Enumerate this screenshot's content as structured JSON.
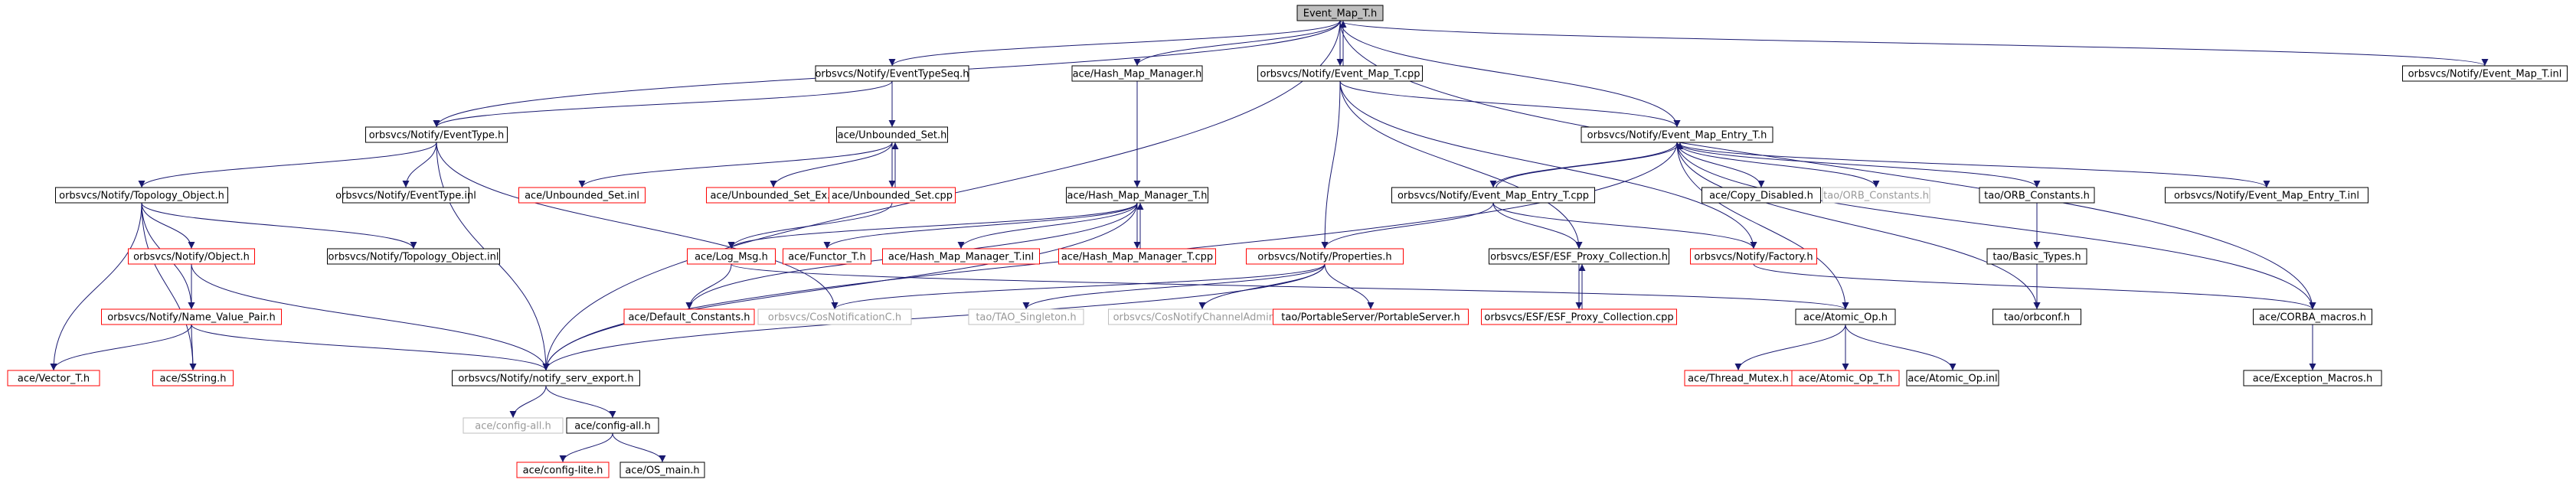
{
  "colors": {
    "edge": "#191970",
    "node_fill": "#ffffff",
    "focus_fill": "#bfbfbf",
    "border_normal": "#000000",
    "border_missing": "#ff0000",
    "border_gray": "#bfbfbf",
    "text_normal": "#000000",
    "text_gray": "#999999"
  },
  "nodes": [
    {
      "id": "n1",
      "label": "Event_Map_T.h",
      "style": "focus"
    },
    {
      "id": "n2",
      "label": "orbsvcs/Notify/EventTypeSeq.h",
      "style": "normal"
    },
    {
      "id": "n3",
      "label": "ace/Hash_Map_Manager.h",
      "style": "normal"
    },
    {
      "id": "n4",
      "label": "orbsvcs/Notify/Event_Map_T.cpp",
      "style": "normal"
    },
    {
      "id": "n5",
      "label": "orbsvcs/Notify/Event_Map_T.inl",
      "style": "normal"
    },
    {
      "id": "n6",
      "label": "orbsvcs/Notify/EventType.h",
      "style": "normal"
    },
    {
      "id": "n7",
      "label": "ace/Unbounded_Set.h",
      "style": "normal"
    },
    {
      "id": "n8",
      "label": "orbsvcs/Notify/Event_Map_Entry_T.h",
      "style": "normal"
    },
    {
      "id": "n9",
      "label": "orbsvcs/Notify/Topology_Object.h",
      "style": "normal"
    },
    {
      "id": "n10",
      "label": "orbsvcs/Notify/EventType.inl",
      "style": "normal"
    },
    {
      "id": "n11",
      "label": "ace/Unbounded_Set.inl",
      "style": "missing"
    },
    {
      "id": "n12",
      "label": "ace/Unbounded_Set_Ex.h",
      "style": "missing"
    },
    {
      "id": "n13",
      "label": "ace/Unbounded_Set.cpp",
      "style": "missing"
    },
    {
      "id": "n14",
      "label": "ace/Hash_Map_Manager_T.h",
      "style": "normal"
    },
    {
      "id": "n15",
      "label": "orbsvcs/Notify/Event_Map_Entry_T.cpp",
      "style": "normal"
    },
    {
      "id": "n16",
      "label": "ace/Copy_Disabled.h",
      "style": "normal"
    },
    {
      "id": "n17",
      "label": "tao/ORB_Constants.h",
      "style": "gray"
    },
    {
      "id": "n18",
      "label": "tao/ORB_Constants.h",
      "style": "normal"
    },
    {
      "id": "n19",
      "label": "orbsvcs/Notify/Event_Map_Entry_T.inl",
      "style": "normal"
    },
    {
      "id": "n20",
      "label": "orbsvcs/Notify/Object.h",
      "style": "missing"
    },
    {
      "id": "n21",
      "label": "orbsvcs/Notify/Topology_Object.inl",
      "style": "normal"
    },
    {
      "id": "n22",
      "label": "ace/Log_Msg.h",
      "style": "missing"
    },
    {
      "id": "n23",
      "label": "ace/Functor_T.h",
      "style": "missing"
    },
    {
      "id": "n24",
      "label": "ace/Hash_Map_Manager_T.inl",
      "style": "missing"
    },
    {
      "id": "n25",
      "label": "ace/Hash_Map_Manager_T.cpp",
      "style": "missing"
    },
    {
      "id": "n26",
      "label": "orbsvcs/Notify/Properties.h",
      "style": "missing"
    },
    {
      "id": "n27",
      "label": "orbsvcs/ESF/ESF_Proxy_Collection.h",
      "style": "normal"
    },
    {
      "id": "n28",
      "label": "orbsvcs/Notify/Factory.h",
      "style": "missing"
    },
    {
      "id": "n29",
      "label": "tao/Basic_Types.h",
      "style": "normal"
    },
    {
      "id": "n30",
      "label": "orbsvcs/Notify/Name_Value_Pair.h",
      "style": "missing"
    },
    {
      "id": "n31",
      "label": "ace/Default_Constants.h",
      "style": "missing"
    },
    {
      "id": "n32",
      "label": "orbsvcs/CosNotificationC.h",
      "style": "gray"
    },
    {
      "id": "n33",
      "label": "tao/TAO_Singleton.h",
      "style": "gray"
    },
    {
      "id": "n34",
      "label": "orbsvcs/CosNotifyChannelAdminC.h",
      "style": "gray"
    },
    {
      "id": "n35",
      "label": "tao/PortableServer/PortableServer.h",
      "style": "missing"
    },
    {
      "id": "n36",
      "label": "orbsvcs/ESF/ESF_Proxy_Collection.cpp",
      "style": "missing"
    },
    {
      "id": "n37",
      "label": "ace/Atomic_Op.h",
      "style": "normal"
    },
    {
      "id": "n38",
      "label": "tao/orbconf.h",
      "style": "normal"
    },
    {
      "id": "n39",
      "label": "ace/CORBA_macros.h",
      "style": "normal"
    },
    {
      "id": "n40",
      "label": "ace/Vector_T.h",
      "style": "missing"
    },
    {
      "id": "n41",
      "label": "ace/SString.h",
      "style": "missing"
    },
    {
      "id": "n42",
      "label": "orbsvcs/Notify/notify_serv_export.h",
      "style": "normal"
    },
    {
      "id": "n43",
      "label": "ace/Thread_Mutex.h",
      "style": "missing"
    },
    {
      "id": "n44",
      "label": "ace/Atomic_Op_T.h",
      "style": "missing"
    },
    {
      "id": "n45",
      "label": "ace/Atomic_Op.inl",
      "style": "normal"
    },
    {
      "id": "n46",
      "label": "ace/Exception_Macros.h",
      "style": "normal"
    },
    {
      "id": "n47",
      "label": "ace/config-all.h",
      "style": "gray"
    },
    {
      "id": "n48",
      "label": "ace/config-all.h",
      "style": "normal"
    },
    {
      "id": "n49",
      "label": "ace/config-lite.h",
      "style": "missing"
    },
    {
      "id": "n50",
      "label": "ace/OS_main.h",
      "style": "normal"
    }
  ],
  "edges": [
    [
      "n1",
      "n2"
    ],
    [
      "n1",
      "n3"
    ],
    [
      "n1",
      "n4"
    ],
    [
      "n1",
      "n5"
    ],
    [
      "n1",
      "n6"
    ],
    [
      "n1",
      "n8"
    ],
    [
      "n1",
      "n39"
    ],
    [
      "n1",
      "n42"
    ],
    [
      "n4",
      "n1"
    ],
    [
      "n4",
      "n8"
    ],
    [
      "n4",
      "n26"
    ],
    [
      "n4",
      "n27"
    ],
    [
      "n4",
      "n28"
    ],
    [
      "n2",
      "n6"
    ],
    [
      "n2",
      "n7"
    ],
    [
      "n3",
      "n14"
    ],
    [
      "n6",
      "n9"
    ],
    [
      "n6",
      "n10"
    ],
    [
      "n6",
      "n32"
    ],
    [
      "n6",
      "n42"
    ],
    [
      "n7",
      "n11"
    ],
    [
      "n7",
      "n12"
    ],
    [
      "n7",
      "n13"
    ],
    [
      "n13",
      "n7"
    ],
    [
      "n13",
      "n22"
    ],
    [
      "n8",
      "n15"
    ],
    [
      "n8",
      "n16"
    ],
    [
      "n8",
      "n17"
    ],
    [
      "n8",
      "n18"
    ],
    [
      "n8",
      "n19"
    ],
    [
      "n8",
      "n37"
    ],
    [
      "n8",
      "n38"
    ],
    [
      "n8",
      "n39"
    ],
    [
      "n8",
      "n42"
    ],
    [
      "n15",
      "n8"
    ],
    [
      "n15",
      "n26"
    ],
    [
      "n15",
      "n27"
    ],
    [
      "n15",
      "n28"
    ],
    [
      "n9",
      "n20"
    ],
    [
      "n9",
      "n21"
    ],
    [
      "n9",
      "n30"
    ],
    [
      "n9",
      "n40"
    ],
    [
      "n9",
      "n41"
    ],
    [
      "n14",
      "n22"
    ],
    [
      "n14",
      "n23"
    ],
    [
      "n14",
      "n24"
    ],
    [
      "n14",
      "n25"
    ],
    [
      "n14",
      "n31"
    ],
    [
      "n14",
      "n42"
    ],
    [
      "n25",
      "n14"
    ],
    [
      "n18",
      "n29"
    ],
    [
      "n29",
      "n38"
    ],
    [
      "n20",
      "n30"
    ],
    [
      "n20",
      "n42"
    ],
    [
      "n22",
      "n31"
    ],
    [
      "n22",
      "n37"
    ],
    [
      "n26",
      "n32"
    ],
    [
      "n26",
      "n33"
    ],
    [
      "n26",
      "n34"
    ],
    [
      "n26",
      "n35"
    ],
    [
      "n26",
      "n42"
    ],
    [
      "n27",
      "n36"
    ],
    [
      "n36",
      "n27"
    ],
    [
      "n28",
      "n39"
    ],
    [
      "n30",
      "n40"
    ],
    [
      "n30",
      "n41"
    ],
    [
      "n30",
      "n42"
    ],
    [
      "n37",
      "n43"
    ],
    [
      "n37",
      "n44"
    ],
    [
      "n37",
      "n45"
    ],
    [
      "n39",
      "n46"
    ],
    [
      "n42",
      "n47"
    ],
    [
      "n42",
      "n48"
    ],
    [
      "n48",
      "n49"
    ],
    [
      "n48",
      "n50"
    ]
  ]
}
